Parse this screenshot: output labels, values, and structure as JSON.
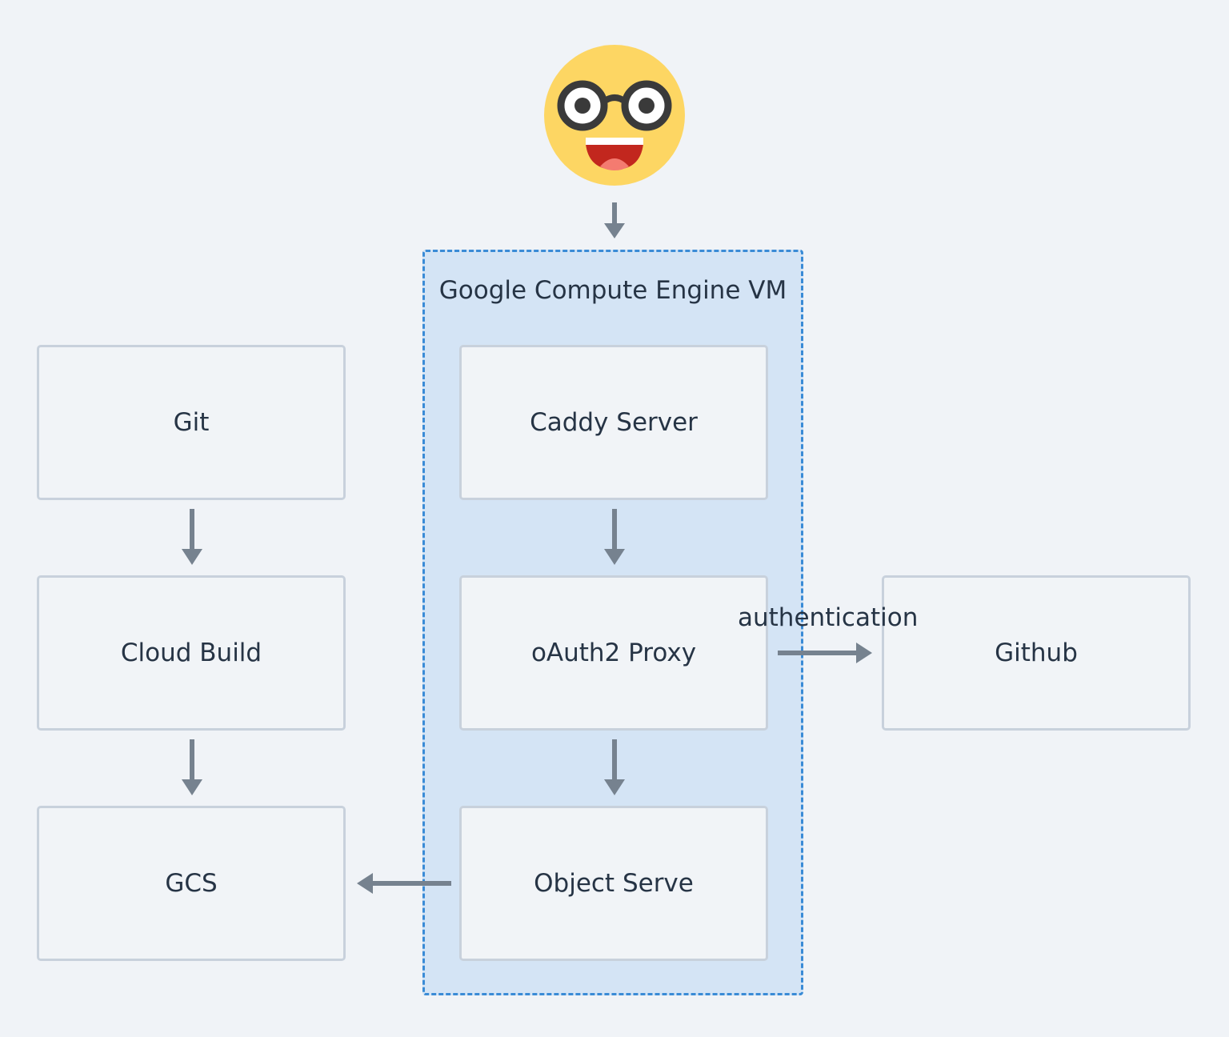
{
  "diagram": {
    "group": {
      "title": "Google Compute Engine VM"
    },
    "nodes": {
      "git": "Git",
      "cloud_build": "Cloud Build",
      "gcs": "GCS",
      "caddy": "Caddy Server",
      "oauth2": "oAuth2 Proxy",
      "object_serve": "Object Serve",
      "github": "Github"
    },
    "edges": [
      {
        "from": "user",
        "to": "caddy",
        "label": ""
      },
      {
        "from": "git",
        "to": "cloud_build",
        "label": ""
      },
      {
        "from": "cloud_build",
        "to": "gcs",
        "label": ""
      },
      {
        "from": "caddy",
        "to": "oauth2",
        "label": ""
      },
      {
        "from": "oauth2",
        "to": "object_serve",
        "label": ""
      },
      {
        "from": "oauth2",
        "to": "github",
        "label": "authentication"
      },
      {
        "from": "object_serve",
        "to": "gcs",
        "label": ""
      }
    ],
    "user_icon": "nerd-face-emoji-icon",
    "colors": {
      "background": "#f0f3f7",
      "group_fill": "#d4e4f5",
      "group_border": "#3a8bd6",
      "node_fill": "#f1f4f7",
      "node_border": "#c8d1dc",
      "arrow": "#76828f",
      "text": "#263445"
    }
  }
}
